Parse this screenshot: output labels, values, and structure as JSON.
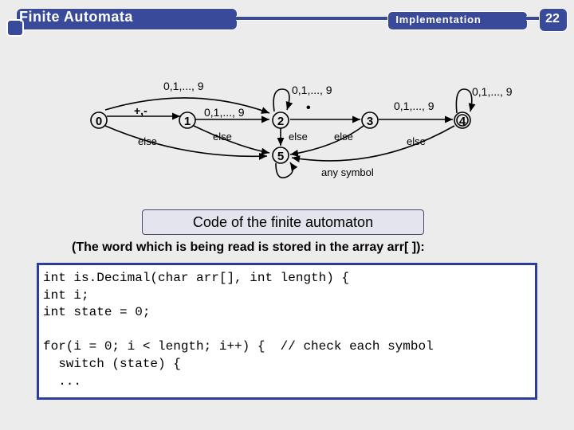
{
  "header": {
    "title": "Finite Automata",
    "section": "Implementation",
    "page_number": "22"
  },
  "automaton": {
    "states": [
      "0",
      "1",
      "2",
      "3",
      "4",
      "5"
    ],
    "labels": {
      "t0_1": "+,-",
      "t0_5": "else",
      "t0_2": "0,1,..., 9",
      "t1_2": "0,1,..., 9",
      "t1_5": "else",
      "t2_loop": "0,1,..., 9",
      "t2_3": "•",
      "t2_5": "else",
      "t3_5": "else",
      "t3_4": "0,1,..., 9",
      "t4_loop": "0,1,..., 9",
      "t4_5": "else",
      "t5_loop": "any symbol"
    }
  },
  "code": {
    "heading": "Code of the finite automaton",
    "note": "(The word which is being read is stored in the array arr[ ]):",
    "lines": [
      "int is.Decimal(char arr[], int length) {",
      "int i;",
      "int state = 0;",
      "for(i = 0; i < length; i++) {  // check each symbol",
      "  switch (state) {",
      "  ..."
    ]
  }
}
